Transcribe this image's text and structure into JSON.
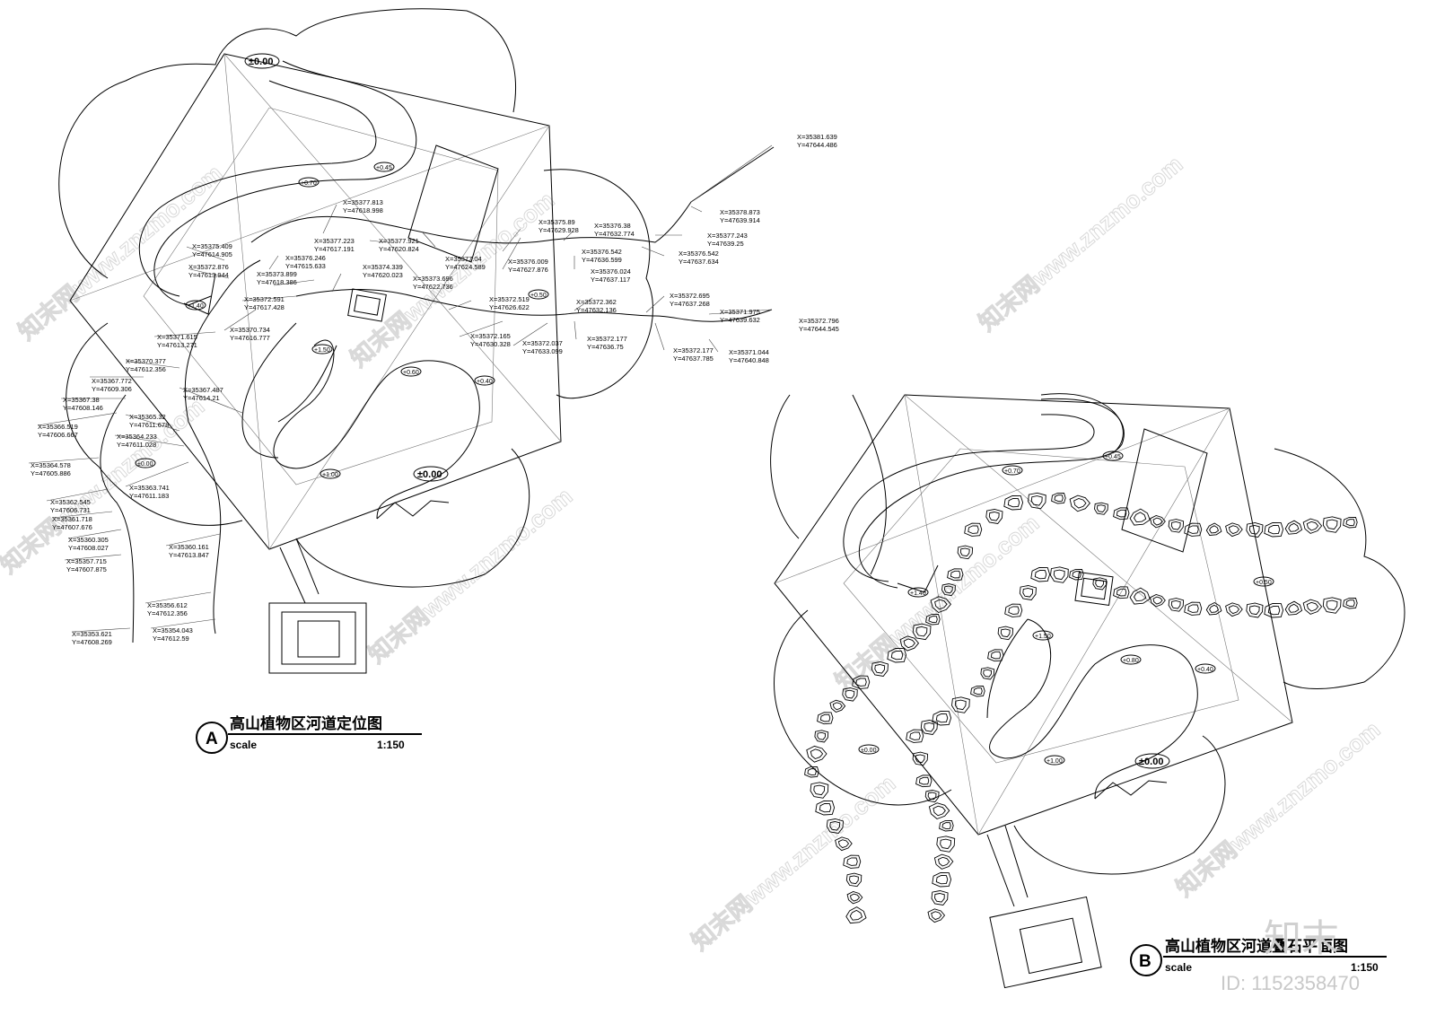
{
  "plan_a": {
    "title": "高山植物区河道定位图",
    "badge": "A",
    "scale_word": "scale",
    "scale_value": "1:150",
    "levels": [
      {
        "id": "l1",
        "text": "±0.00",
        "big": true
      },
      {
        "id": "l2",
        "text": "+0.45"
      },
      {
        "id": "l3",
        "text": "+0.70"
      },
      {
        "id": "l4",
        "text": "+1.40"
      },
      {
        "id": "l5",
        "text": "+0.50"
      },
      {
        "id": "l6",
        "text": "+1.50"
      },
      {
        "id": "l7",
        "text": "+0.60"
      },
      {
        "id": "l8",
        "text": "+0.40"
      },
      {
        "id": "l9",
        "text": "±0.00"
      },
      {
        "id": "l10",
        "text": "+1.00"
      },
      {
        "id": "l11",
        "text": "±0.00",
        "big": true
      }
    ],
    "coordinates": [
      {
        "x": "X=35381.639",
        "y": "Y=47644.486"
      },
      {
        "x": "X=35378.873",
        "y": "Y=47639.914"
      },
      {
        "x": "X=35377.243",
        "y": "Y=47639.25"
      },
      {
        "x": "X=35376.542",
        "y": "Y=47637.634"
      },
      {
        "x": "X=35377.813",
        "y": "Y=47618.998"
      },
      {
        "x": "X=35377.223",
        "y": "Y=47617.191"
      },
      {
        "x": "X=35377.921",
        "y": "Y=47620.824"
      },
      {
        "x": "X=35375.89",
        "y": "Y=47629.928"
      },
      {
        "x": "X=35376.38",
        "y": "Y=47632.774"
      },
      {
        "x": "X=35375.409",
        "y": "Y=47614.905"
      },
      {
        "x": "X=35376.246",
        "y": "Y=47615.633"
      },
      {
        "x": "X=35377.04",
        "y": "Y=47624.589"
      },
      {
        "x": "X=35376.009",
        "y": "Y=47627.876"
      },
      {
        "x": "X=35376.542",
        "y": "Y=47636.599"
      },
      {
        "x": "X=35376.024",
        "y": "Y=47637.117"
      },
      {
        "x": "X=35372.876",
        "y": "Y=47613.944"
      },
      {
        "x": "X=35373.899",
        "y": "Y=47618.386"
      },
      {
        "x": "X=35374.339",
        "y": "Y=47620.023"
      },
      {
        "x": "X=35373.696",
        "y": "Y=47622.736"
      },
      {
        "x": "X=35372.591",
        "y": "Y=47617.428"
      },
      {
        "x": "X=35372.519",
        "y": "Y=47626.622"
      },
      {
        "x": "X=35372.362",
        "y": "Y=47632.136"
      },
      {
        "x": "X=35372.695",
        "y": "Y=47637.268"
      },
      {
        "x": "X=35371.975",
        "y": "Y=47639.632"
      },
      {
        "x": "X=35372.796",
        "y": "Y=47644.545"
      },
      {
        "x": "X=35370.734",
        "y": "Y=47616.777"
      },
      {
        "x": "X=35372.165",
        "y": "Y=47630.328"
      },
      {
        "x": "X=35372.037",
        "y": "Y=47633.099"
      },
      {
        "x": "X=35372.177",
        "y": "Y=47636.75"
      },
      {
        "x": "X=35372.177",
        "y": "Y=47637.785"
      },
      {
        "x": "X=35371.044",
        "y": "Y=47640.848"
      },
      {
        "x": "X=35371.615",
        "y": "Y=47613.271"
      },
      {
        "x": "X=35370.377",
        "y": "Y=47612.356"
      },
      {
        "x": "X=35367.772",
        "y": "Y=47609.306"
      },
      {
        "x": "X=35367.38",
        "y": "Y=47608.146"
      },
      {
        "x": "X=35367.487",
        "y": "Y=47614.21"
      },
      {
        "x": "X=35366.519",
        "y": "Y=47606.667"
      },
      {
        "x": "X=35365.32",
        "y": "Y=47611.678"
      },
      {
        "x": "X=35364.233",
        "y": "Y=47611.028"
      },
      {
        "x": "X=35364.578",
        "y": "Y=47605.886"
      },
      {
        "x": "X=35363.741",
        "y": "Y=47611.183"
      },
      {
        "x": "X=35362.545",
        "y": "Y=47606.731"
      },
      {
        "x": "X=35361.718",
        "y": "Y=47607.676"
      },
      {
        "x": "X=35360.305",
        "y": "Y=47608.027"
      },
      {
        "x": "X=35360.161",
        "y": "Y=47613.847"
      },
      {
        "x": "X=35357.715",
        "y": "Y=47607.875"
      },
      {
        "x": "X=35356.612",
        "y": "Y=47612.356"
      },
      {
        "x": "X=35354.043",
        "y": "Y=47612.59"
      },
      {
        "x": "X=35353.621",
        "y": "Y=47608.269"
      }
    ]
  },
  "plan_b": {
    "title": "高山植物区河道叠石平面图",
    "badge": "B",
    "scale_word": "scale",
    "scale_value": "1:150",
    "levels": [
      {
        "id": "m1",
        "text": "+0.70"
      },
      {
        "id": "m2",
        "text": "+0.45"
      },
      {
        "id": "m3",
        "text": "+1.40"
      },
      {
        "id": "m4",
        "text": "+0.50"
      },
      {
        "id": "m5",
        "text": "+1.50"
      },
      {
        "id": "m6",
        "text": "+0.80"
      },
      {
        "id": "m7",
        "text": "+0.40"
      },
      {
        "id": "m8",
        "text": "±0.00"
      },
      {
        "id": "m9",
        "text": "+1.00"
      },
      {
        "id": "m10",
        "text": "±0.00",
        "big": true
      }
    ]
  },
  "watermark": {
    "text": "知末网www.znzmo.com",
    "logo": "知末",
    "image_id": "ID: 1152358470"
  }
}
